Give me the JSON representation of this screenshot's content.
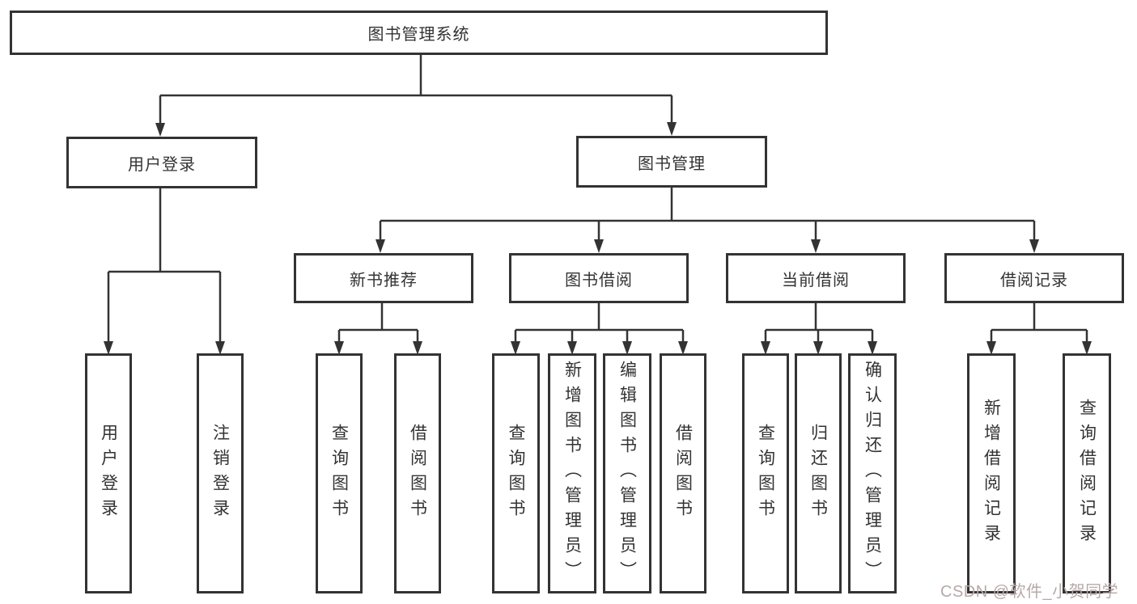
{
  "diagram": {
    "root": {
      "label": "图书管理系统"
    },
    "branches": [
      {
        "label": "用户登录",
        "children": [
          {
            "label": "用户登录"
          },
          {
            "label": "注销登录"
          }
        ]
      },
      {
        "label": "图书管理",
        "children": [
          {
            "label": "新书推荐",
            "children": [
              {
                "label": "查询图书"
              },
              {
                "label": "借阅图书"
              }
            ]
          },
          {
            "label": "图书借阅",
            "children": [
              {
                "label": "查询图书"
              },
              {
                "label": "新增图书（管理员）"
              },
              {
                "label": "编辑图书（管理员）"
              },
              {
                "label": "借阅图书"
              }
            ]
          },
          {
            "label": "当前借阅",
            "children": [
              {
                "label": "查询图书"
              },
              {
                "label": "归还图书"
              },
              {
                "label": "确认归还（管理员）"
              }
            ]
          },
          {
            "label": "借阅记录",
            "children": [
              {
                "label": "新增借阅记录"
              },
              {
                "label": "查询借阅记录"
              }
            ]
          }
        ]
      }
    ]
  },
  "colors": {
    "line": "#333333",
    "box_background": "#ffffff",
    "text": "#333333",
    "watermark": "#b9a8a8"
  },
  "watermark": {
    "text": "CSDN @软件_小贺同学"
  }
}
